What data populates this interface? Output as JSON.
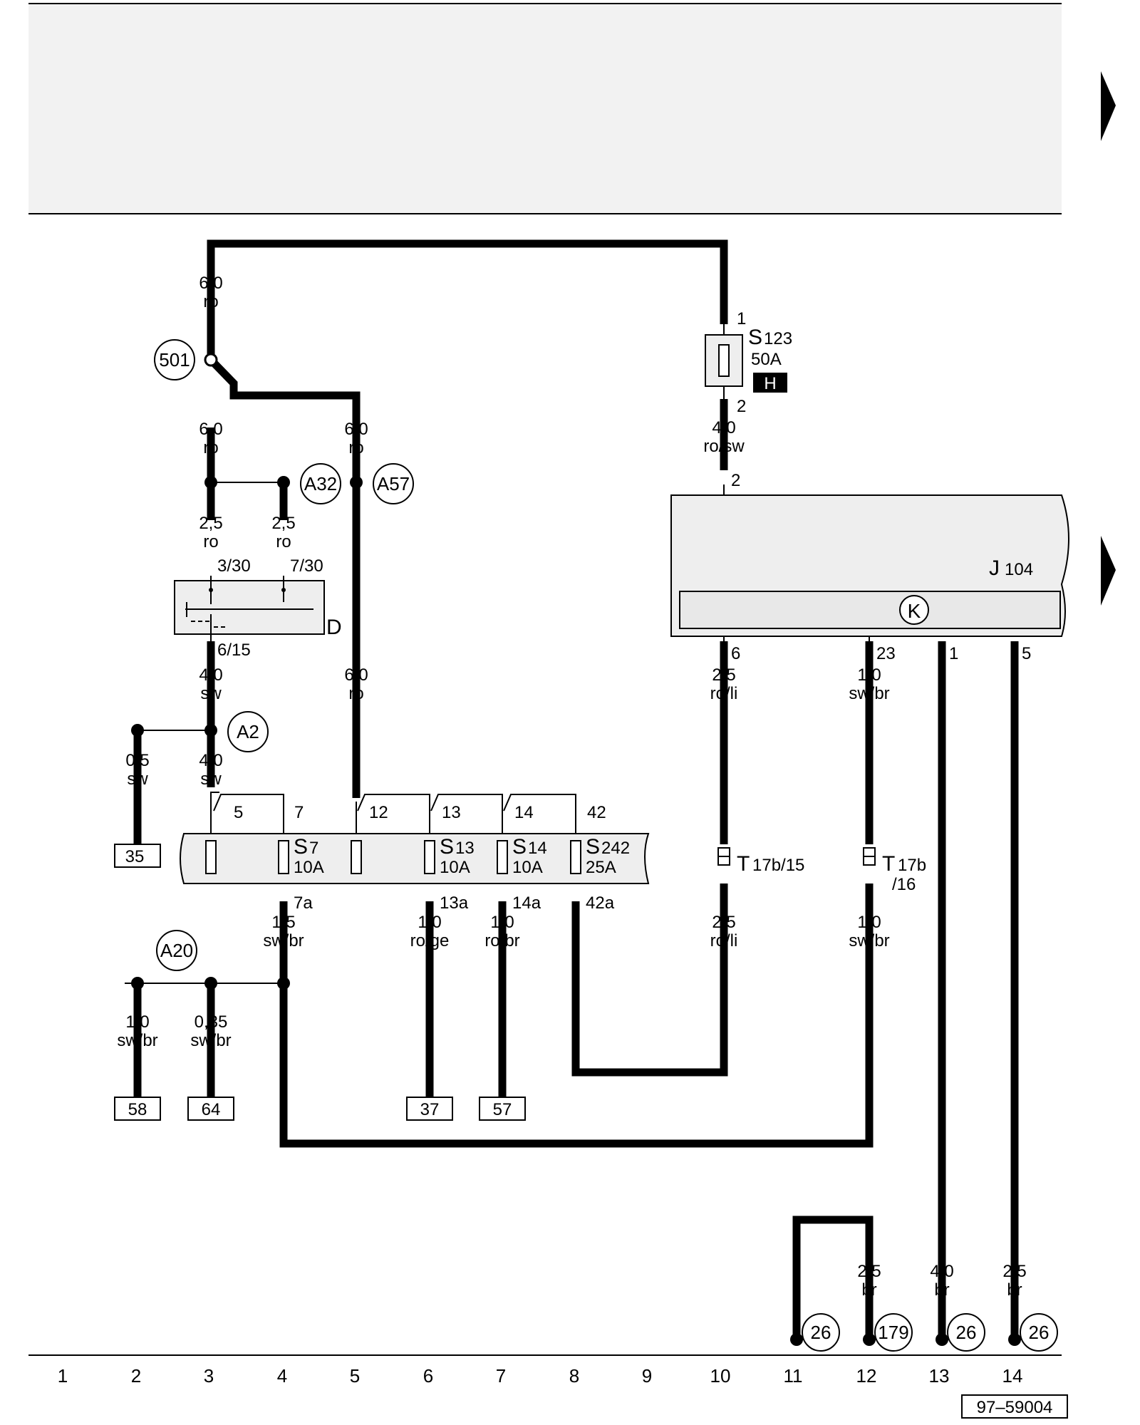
{
  "components": {
    "s123": {
      "name": "S",
      "sub": "123",
      "rating": "50A",
      "badge": "H",
      "pin_in": "1",
      "pin_out": "2"
    },
    "j104": {
      "name": "J",
      "sub": "104",
      "pin_in": "2",
      "pins": [
        "6",
        "23",
        "1",
        "5"
      ]
    },
    "d": {
      "name": "D",
      "pin_a": "3/30",
      "pin_b": "7/30",
      "pin_out": "6/15"
    },
    "fuses": [
      {
        "pin_in": "5",
        "name": "",
        "sub": "",
        "rating": "",
        "pin_out": ""
      },
      {
        "pin_in": "7",
        "name": "S",
        "sub": "7",
        "rating": "10A",
        "pin_out": "7a"
      },
      {
        "pin_in": "12",
        "name": "",
        "sub": "",
        "rating": "",
        "pin_out": ""
      },
      {
        "pin_in": "13",
        "name": "S",
        "sub": "13",
        "rating": "10A",
        "pin_out": "13a"
      },
      {
        "pin_in": "14",
        "name": "S",
        "sub": "14",
        "rating": "10A",
        "pin_out": "14a"
      },
      {
        "pin_in": "42",
        "name": "S",
        "sub": "242",
        "rating": "25A",
        "pin_out": "42a"
      }
    ],
    "connectors": [
      {
        "name": "T",
        "sub": "17b/15"
      },
      {
        "name": "T",
        "sub": "17b",
        "line2": "/16"
      }
    ]
  },
  "wires": [
    {
      "size": "6,0",
      "color": "ro"
    },
    {
      "size": "6,0",
      "color": "ro"
    },
    {
      "size": "6,0",
      "color": "ro"
    },
    {
      "size": "2,5",
      "color": "ro"
    },
    {
      "size": "2,5",
      "color": "ro"
    },
    {
      "size": "4,0",
      "color": "sw"
    },
    {
      "size": "6,0",
      "color": "ro"
    },
    {
      "size": "0,5",
      "color": "sw"
    },
    {
      "size": "4,0",
      "color": "sw"
    },
    {
      "size": "4,0",
      "color": "ro/sw"
    },
    {
      "size": "2,5",
      "color": "ro/li"
    },
    {
      "size": "1,0",
      "color": "sw/br"
    },
    {
      "size": "2,5",
      "color": "ro/li"
    },
    {
      "size": "1,0",
      "color": "sw/br"
    },
    {
      "size": "1,5",
      "color": "sw/br"
    },
    {
      "size": "1,0",
      "color": "ro/ge"
    },
    {
      "size": "1,0",
      "color": "ro/br"
    },
    {
      "size": "1,0",
      "color": "sw/br"
    },
    {
      "size": "0,35",
      "color": "sw/br"
    },
    {
      "size": "2,5",
      "color": "br"
    },
    {
      "size": "4,0",
      "color": "br"
    },
    {
      "size": "2,5",
      "color": "br"
    }
  ],
  "circle_refs": [
    "501",
    "A32",
    "A57",
    "A2",
    "A20",
    "26",
    "179",
    "26",
    "26"
  ],
  "box_refs": [
    "35",
    "58",
    "64",
    "37",
    "57"
  ],
  "columns": [
    "1",
    "2",
    "3",
    "4",
    "5",
    "6",
    "7",
    "8",
    "9",
    "10",
    "11",
    "12",
    "13",
    "14"
  ],
  "figure_id": "97–59004"
}
